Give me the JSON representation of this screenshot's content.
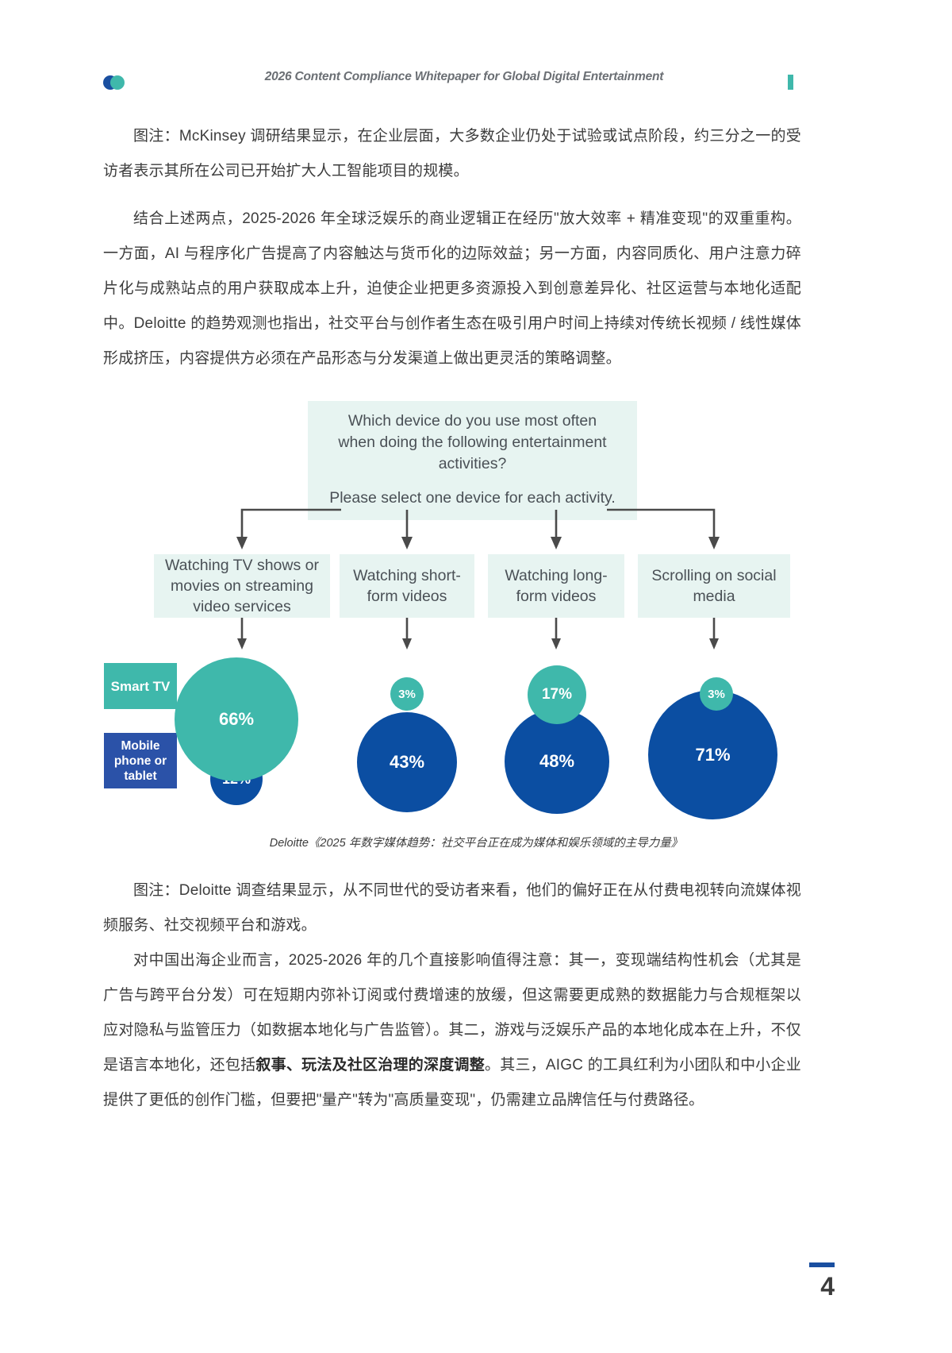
{
  "header": {
    "title": "2026 Content Compliance Whitepaper for Global Digital Entertainment",
    "logo_icon": "brand-dots-icon",
    "accent_color": "#3fb8ab",
    "brand_blue": "#1a4fa0"
  },
  "paragraphs": {
    "p1": "图注：McKinsey 调研结果显示，在企业层面，大多数企业仍处于试验或试点阶段，约三分之一的受访者表示其所在公司已开始扩大人工智能项目的规模。",
    "p2": "结合上述两点，2025-2026 年全球泛娱乐的商业逻辑正在经历\"放大效率 + 精准变现\"的双重重构。一方面，AI 与程序化广告提高了内容触达与货币化的边际效益；另一方面，内容同质化、用户注意力碎片化与成熟站点的用户获取成本上升，迫使企业把更多资源投入到创意差异化、社区运营与本地化适配中。Deloitte 的趋势观测也指出，社交平台与创作者生态在吸引用户时间上持续对传统长视频 / 线性媒体形成挤压，内容提供方必须在产品形态与分发渠道上做出更灵活的策略调整。",
    "p3": "图注：Deloitte 调查结果显示，从不同世代的受访者来看，他们的偏好正在从付费电视转向流媒体视频服务、社交视频平台和游戏。",
    "p4_part1": "对中国出海企业而言，2025-2026 年的几个直接影响值得注意：其一，变现端结构性机会（尤其是广告与跨平台分发）可在短期内弥补订阅或付费增速的放缓，但这需要更成熟的数据能力与合规框架以应对隐私与监管压力（如数据本地化与广告监管）。其二，游戏与泛娱乐产品的本地化成本在上升，不仅是语言本地化，还包括",
    "p4_bold": "叙事、玩法及社区治理的深度调整",
    "p4_part2": "。其三，AIGC 的工具红利为小团队和中小企业提供了更低的创作门槛，但要把\"量产\"转为\"高质量变现\"，仍需建立品牌信任与付费路径。"
  },
  "chart_data": {
    "type": "bar",
    "title": "Which device do you use most often when doing the following entertainment activities?",
    "subtitle": "Please select one device for each activity.",
    "question_line1": "Which device do you use most often",
    "question_line2": "when doing the following entertainment",
    "question_line3": "activities?",
    "categories": [
      "Watching TV shows or movies on streaming video services",
      "Watching short-form videos",
      "Watching long-form videos",
      "Scrolling on social media"
    ],
    "series": [
      {
        "name": "Smart TV",
        "color": "#3fb8ab",
        "values": [
          66,
          3,
          17,
          3
        ],
        "labels": [
          "66%",
          "3%",
          "17%",
          "3%"
        ]
      },
      {
        "name": "Mobile phone or tablet",
        "color": "#0b4ea2",
        "values": [
          12,
          43,
          48,
          71
        ],
        "labels": [
          "12%",
          "43%",
          "48%",
          "71%"
        ]
      }
    ],
    "legend": [
      {
        "label": "Smart TV",
        "color": "#3fb8ab"
      },
      {
        "label": "Mobile phone or tablet",
        "color": "#2b52a8"
      }
    ],
    "unit": "%",
    "legend_position": "left",
    "grid": false,
    "source": "Deloitte《2025 年数字媒体趋势：社交平台正在成为媒体和娱乐领域的主导力量》"
  },
  "footer": {
    "page_number": "4"
  }
}
